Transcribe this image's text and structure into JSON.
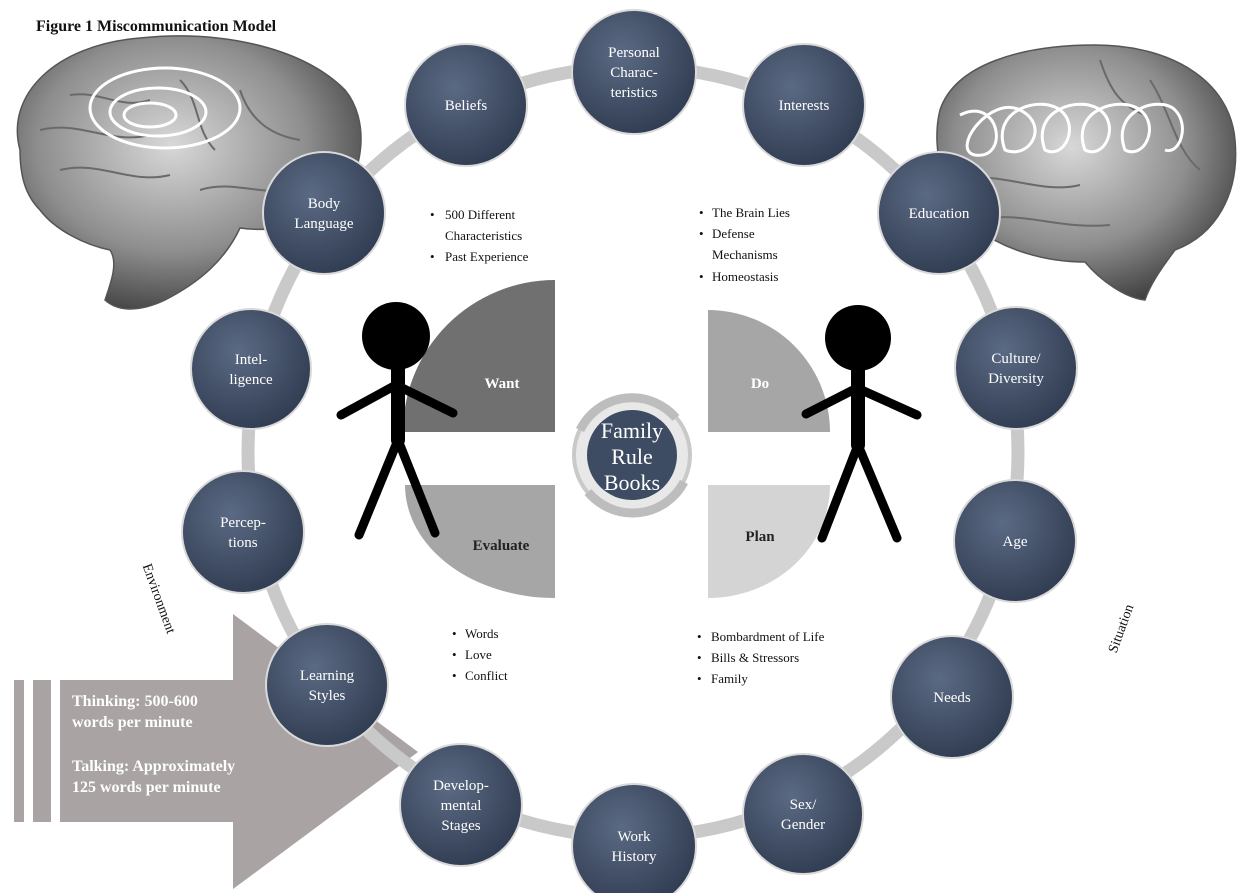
{
  "title": "Figure 1 Miscommunication Model",
  "center": [
    "Family",
    "Rule",
    "Books"
  ],
  "ring_nodes": [
    {
      "lines": [
        "Personal",
        "Charac-",
        "teristics"
      ]
    },
    {
      "lines": [
        "Interests"
      ]
    },
    {
      "lines": [
        "Education"
      ]
    },
    {
      "lines": [
        "Culture/",
        "Diversity"
      ]
    },
    {
      "lines": [
        "Age"
      ]
    },
    {
      "lines": [
        "Needs"
      ]
    },
    {
      "lines": [
        "Sex/",
        "Gender"
      ]
    },
    {
      "lines": [
        "Work",
        "History"
      ]
    },
    {
      "lines": [
        "Develop-",
        "mental",
        "Stages"
      ]
    },
    {
      "lines": [
        "Learning",
        "Styles"
      ]
    },
    {
      "lines": [
        "Percep-",
        "tions"
      ]
    },
    {
      "lines": [
        "Intel-",
        "ligence"
      ]
    },
    {
      "lines": [
        "Body",
        "Language"
      ]
    },
    {
      "lines": [
        "Beliefs"
      ]
    }
  ],
  "quadrants": {
    "want": "Want",
    "do": "Do",
    "evaluate": "Evaluate",
    "plan": "Plan"
  },
  "bullets": {
    "top_left": [
      "500 Different",
      "Characteristics",
      "Past Experience"
    ],
    "top_right": [
      "The Brain Lies",
      "Defense",
      "Mechanisms",
      "Homeostasis"
    ],
    "bottom_left": [
      "Words",
      "Love",
      "Conflict"
    ],
    "bottom_right": [
      "Bombardment of Life",
      "Bills & Stressors",
      "Family"
    ]
  },
  "arrow": {
    "thinking": [
      "Thinking:  500-600",
      "words per minute"
    ],
    "talking": [
      "Talking:  Approximately",
      "125 words per minute"
    ]
  },
  "side_labels": {
    "environment": "Environment",
    "situation": "Situation"
  },
  "colors": {
    "node_fill": "#3d4b63",
    "ring": "#c9c9c9",
    "want": "#707070",
    "do": "#a6a6a6",
    "evaluate": "#a6a6a6",
    "plan": "#d4d4d4",
    "arrow": "#a9a3a3"
  }
}
